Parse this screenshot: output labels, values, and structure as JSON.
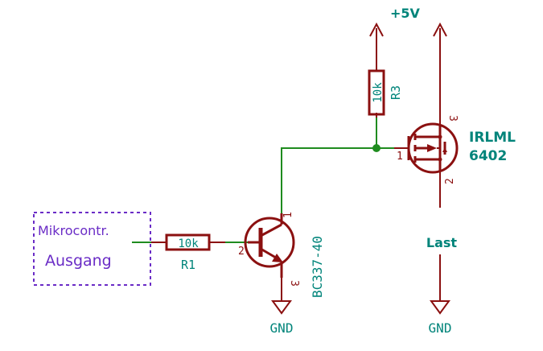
{
  "input_box": {
    "line1": "Mikrocontr.",
    "line2": "Ausgang"
  },
  "r1": {
    "value": "10k",
    "ref": "R1"
  },
  "r3": {
    "value": "10k",
    "ref": "R3"
  },
  "q1": {
    "part": "BC337-40",
    "pin_c": "1",
    "pin_b": "2",
    "pin_e": "3"
  },
  "q2": {
    "part_line1": "IRLML",
    "part_line2": "6402",
    "pin_g": "1",
    "pin_s": "3",
    "pin_d": "2"
  },
  "power": {
    "vcc": "+5V",
    "gnd1": "GND",
    "gnd2": "GND"
  },
  "load": {
    "label": "Last"
  },
  "colors": {
    "wire": "#1f8c1f",
    "component": "#8b1010",
    "label": "#00847a",
    "box": "#6a2cc6"
  }
}
